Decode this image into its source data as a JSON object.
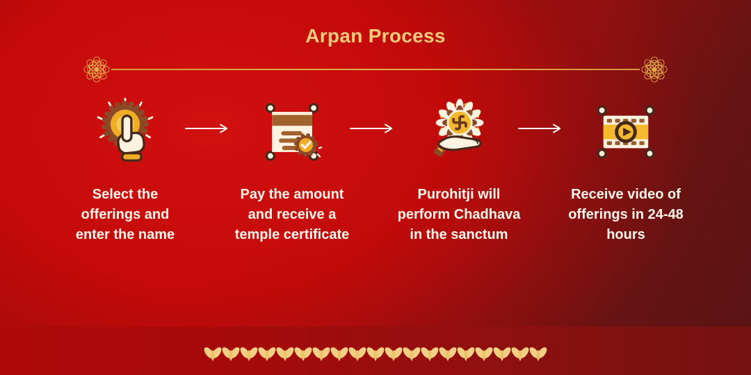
{
  "title": "Arpan Process",
  "steps": [
    {
      "id": "select-offerings",
      "icon": "tap-button-icon",
      "label": "Select the\nofferings and\nenter the name"
    },
    {
      "id": "pay-amount",
      "icon": "temple-certificate-icon",
      "label": "Pay the amount\nand receive a\ntemple certificate"
    },
    {
      "id": "perform-chadhava",
      "icon": "offering-hand-swastika-icon",
      "label": "Purohitji will\nperform Chadhava\nin the sanctum"
    },
    {
      "id": "receive-video",
      "icon": "video-film-icon",
      "label": "Receive video of\nofferings in 24-48\nhours"
    }
  ],
  "footer": {
    "motif_count": 19,
    "motif": "lotus-bud-motif"
  },
  "ornaments": {
    "left": "rosette-ornament",
    "right": "rosette-ornament",
    "arrows": 3
  },
  "colors": {
    "background_bright_red": "#c10808",
    "background_dark_maroon": "#581414",
    "footer_band_red": "#a50b0b",
    "title_gold": "#f2cc79",
    "ornament_gold": "#e4ad49",
    "caption_white": "#fdf6ec",
    "icon_cream": "#fdf3e0",
    "icon_brown": "#9c5b2c",
    "icon_dark_outline": "#46281a",
    "icon_gold": "#f5b82e",
    "motif_gold": "#f3cf85"
  }
}
